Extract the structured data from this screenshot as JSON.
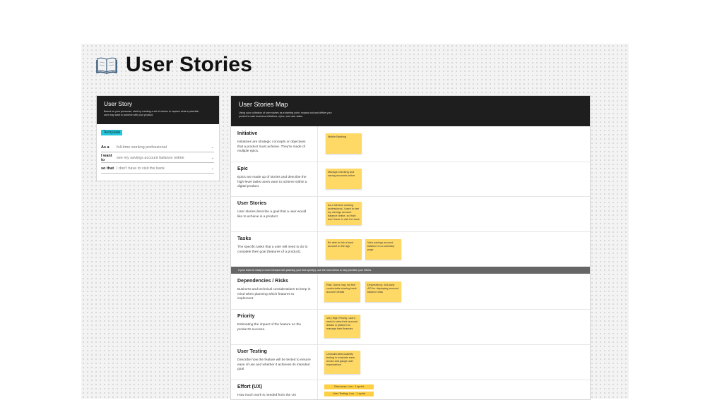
{
  "page": {
    "title": "User Stories",
    "icon": "open-book-icon"
  },
  "story_card": {
    "title": "User Story",
    "description": "Based on your personas, start by creating a set of stories to capture what a potential user may want to achieve with your product.",
    "template_label": "Template",
    "rows": [
      {
        "label": "As a",
        "value": "full-time working professional"
      },
      {
        "label": "I want to",
        "value": "see my savings account balance online"
      },
      {
        "label": "so that",
        "value": "I don't have to visit the bank"
      }
    ]
  },
  "map": {
    "title": "User Stories Map",
    "description": "Using your collection of user stories as a starting point, expand out and define your product's main business initiatives, epics, and user tasks.",
    "banner": "If your team is ready to move forward with planning your first sprint(s), use the rows below to help prioritize your efforts.",
    "rows": [
      {
        "title": "Initiative",
        "desc": "Initiatives are strategic concepts or objectives that a product must achieve. They're made of multiple epics.",
        "stickies": [
          "Mobile Banking"
        ]
      },
      {
        "title": "Epic",
        "desc": "Epics are made up of stories and describe the high-level tasks users want to achieve within a digital product.",
        "stickies": [
          "Manage checking and saving accounts online"
        ]
      },
      {
        "title": "User Stories",
        "desc": "User stories describe a goal that a user would like to achieve in a product.",
        "stickies": [
          "As a full-time working professional, I want to see my savings account balance online, so that I don't have to visit the bank"
        ]
      },
      {
        "title": "Tasks",
        "desc": "The specific tasks that a user will need to do to complete their goal (features of a product).",
        "stickies": [
          "Be able to link a bank account to the app",
          "View savings account balance on a summary page"
        ]
      },
      {
        "title": "Dependencies / Risks",
        "desc": "Business and technical considerations to keep in mind when planning which features to implement.",
        "stickies": [
          "Risk: Users may not feel comfortable sharing bank account details",
          "Dependency: 3rd party API for displaying account balance data"
        ]
      },
      {
        "title": "Priority",
        "desc": "Estimating the impact of the feature on the product's success.",
        "stickies": [
          "Very High Priority: users need to view their account details in platform to manage their finances"
        ]
      },
      {
        "title": "User Testing",
        "desc": "Describe how the feature will be tested to ensure ease of use and whether it achieves its intended goal.",
        "stickies": [
          "Unmoderated usability testing to evaluate ease-of-use and gauge user expectations"
        ]
      },
      {
        "title": "Effort (UX)",
        "desc": "How much work is needed from the UX",
        "tags": [
          "Discovery: Low - 1 sprint",
          "User Testing: Low - 1 sprint"
        ]
      }
    ]
  }
}
